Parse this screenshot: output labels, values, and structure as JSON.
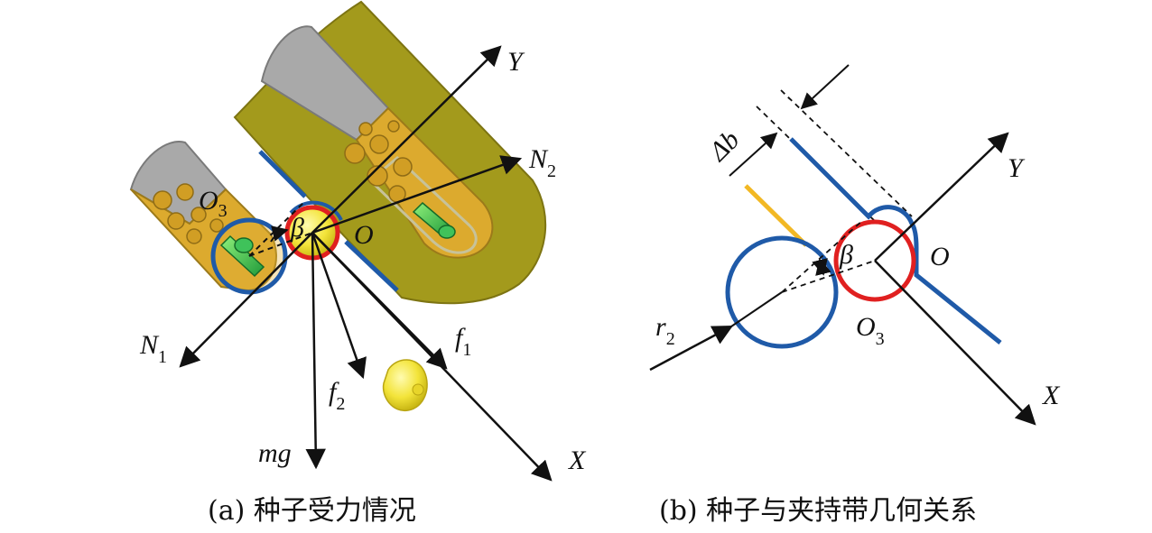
{
  "panel_a": {
    "caption": "(a) 种子受力情况",
    "axis_y": "Y",
    "axis_x": "X",
    "origin": "O",
    "o3": "O",
    "o3_sub": "3",
    "beta": "β",
    "n1": "N",
    "n1_sub": "1",
    "n2": "N",
    "n2_sub": "2",
    "f1": "f",
    "f1_sub": "1",
    "f2": "f",
    "f2_sub": "2",
    "mg": "mg"
  },
  "panel_b": {
    "caption": "(b) 种子与夹持带几何关系",
    "axis_y": "Y",
    "axis_x": "X",
    "origin": "O",
    "o3": "O",
    "o3_sub": "3",
    "beta": "β",
    "delta_b": "Δb",
    "r2": "r",
    "r2_sub": "2"
  },
  "colors": {
    "seed_red": "#e02020",
    "belt_blue": "#1f5aa8",
    "olive": "#a39a1c",
    "yellow_seed": "#f3e43a",
    "belt_yellow": "#f2b824"
  }
}
